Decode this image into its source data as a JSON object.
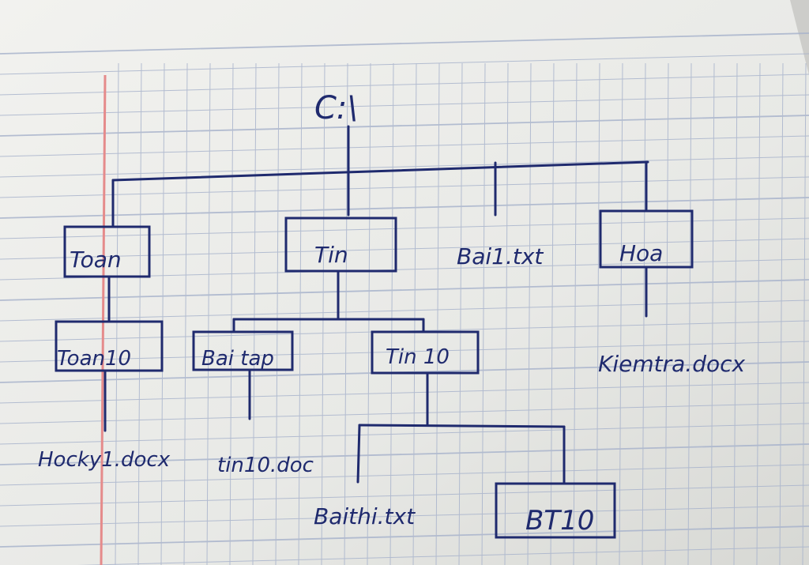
{
  "diagram": {
    "title": "Folder tree diagram (handwritten)",
    "root": "C:\\",
    "level1": {
      "toan": "Toan",
      "tin": "Tin",
      "bai1": "Bai1.txt",
      "hoa": "Hoa"
    },
    "level2": {
      "toan10": "Toan10",
      "baitap": "Bai tap",
      "tin10": "Tin 10",
      "kiemtra": "Kiemtra.docx"
    },
    "level3": {
      "hocky1": "Hocky1.docx",
      "tin10doc": "tin10.doc"
    },
    "level4": {
      "baithi": "Baithi.txt",
      "bt10": "BT10"
    }
  },
  "colors": {
    "ink": "#1f2a6e",
    "grid": "#9aa7c2",
    "margin": "#e07a7a",
    "paper": "#e9eae8"
  }
}
